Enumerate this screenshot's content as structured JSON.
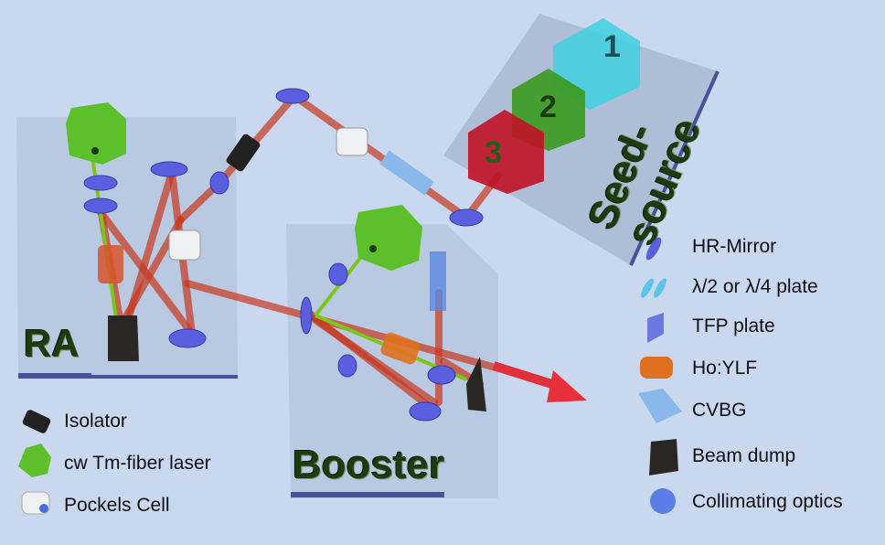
{
  "sections": {
    "ra": "RA",
    "booster": "Booster",
    "seed_source": "Seed-source",
    "seed_cubes": [
      "1",
      "2",
      "3"
    ]
  },
  "legend_right": [
    {
      "icon": "hr-mirror-icon",
      "label": "HR-Mirror"
    },
    {
      "icon": "waveplate-icon",
      "label": "λ/2 or λ/4 plate"
    },
    {
      "icon": "tfp-plate-icon",
      "label": "TFP plate"
    },
    {
      "icon": "ho-ylf-crystal-icon",
      "label": "Ho:YLF"
    },
    {
      "icon": "cvbg-icon",
      "label": "CVBG"
    },
    {
      "icon": "beam-dump-icon",
      "label": "Beam dump"
    },
    {
      "icon": "collimating-optics-icon",
      "label": "Collimating optics"
    }
  ],
  "legend_left": [
    {
      "icon": "isolator-icon",
      "label": "Isolator"
    },
    {
      "icon": "tm-fiber-laser-icon",
      "label": "cw Tm-fiber laser"
    },
    {
      "icon": "pockels-cell-icon",
      "label": "Pockels Cell"
    }
  ],
  "colors": {
    "background": "#c9d8ee",
    "beam": "#c8381e",
    "pump": "#7cc61c",
    "cube1": "#3fd0df",
    "cube2": "#3c9a1e",
    "cube3": "#c01226",
    "plate_edge": "#4a4f9a"
  }
}
